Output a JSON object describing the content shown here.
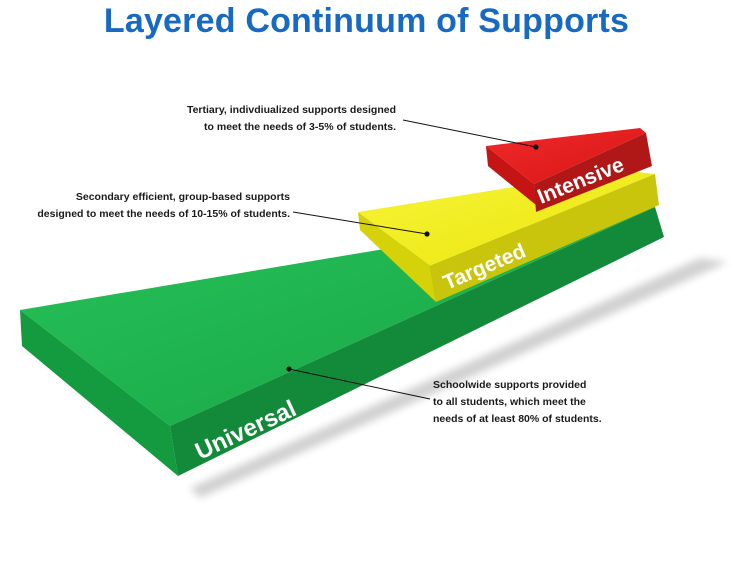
{
  "title": "Layered Continuum of Supports",
  "tiers": {
    "universal": {
      "label": "Universal",
      "color": "#1fb14d",
      "description": [
        "Schoolwide supports provided",
        "to all students, which meet the",
        "needs of at least 80% of students."
      ]
    },
    "targeted": {
      "label": "Targeted",
      "color": "#f2ee12",
      "description": [
        "Secondary efficient, group-based supports",
        "designed to meet the needs of 10-15% of students."
      ]
    },
    "intensive": {
      "label": "Intensive",
      "color": "#e41b1b",
      "description": [
        "Tertiary, indivdiualized supports designed",
        "to meet the needs of 3-5% of students."
      ]
    }
  }
}
